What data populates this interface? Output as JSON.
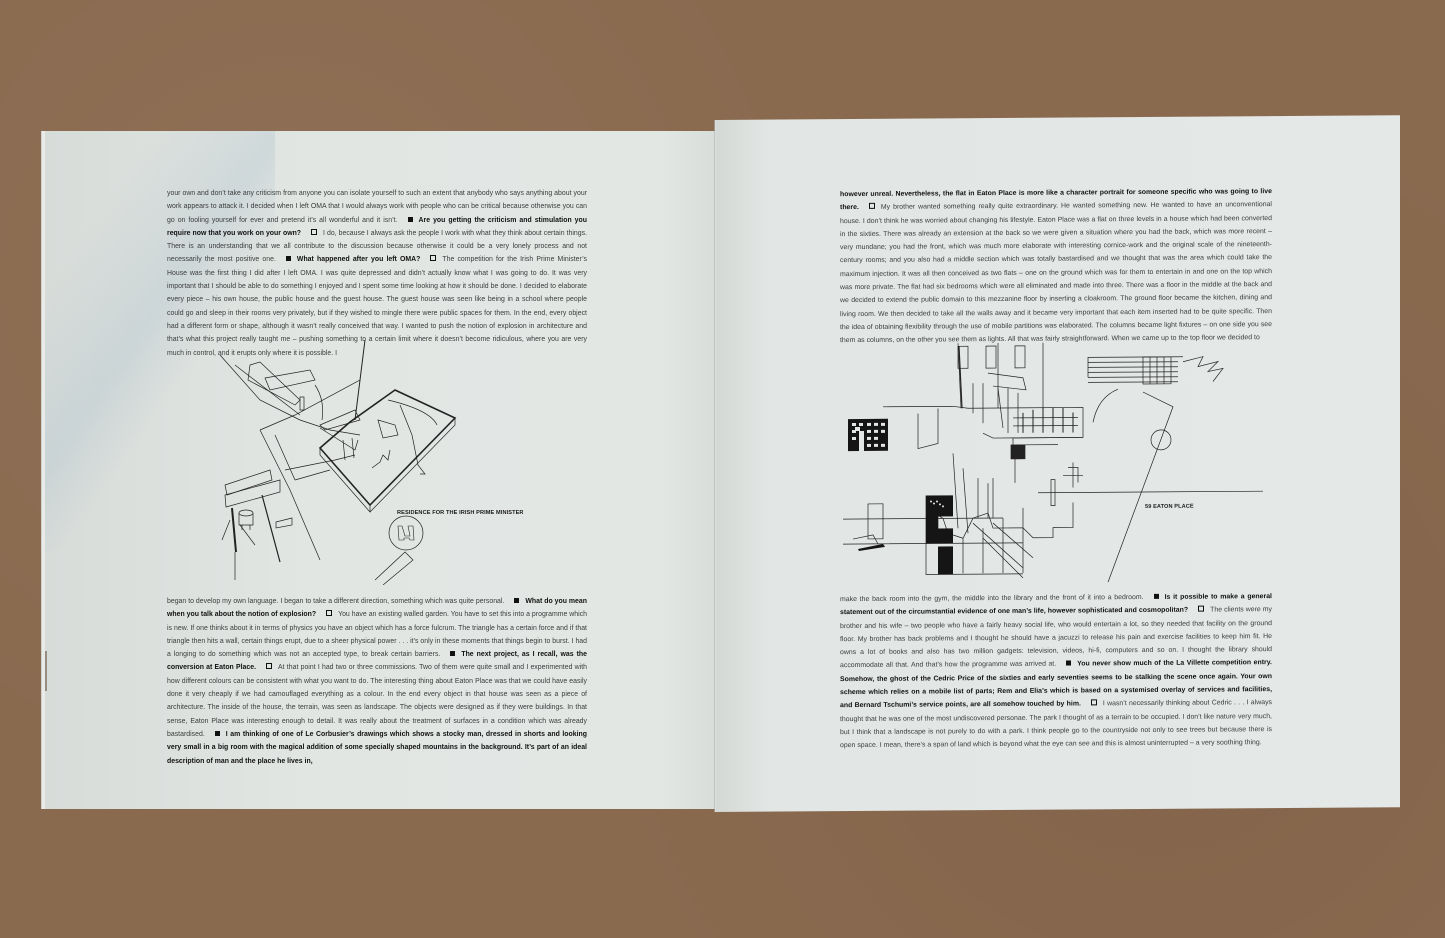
{
  "left_page": {
    "paragraph_1": {
      "segments": [
        {
          "type": "answer",
          "text": "your own and don’t take any criticism from anyone you can isolate yourself to such an extent that anybody who says anything about your work appears to attack it. I decided when I left OMA that I would always work with people who can be critical because otherwise you can go on fooling yourself for ever and pretend it’s all wonderful and it isn’t."
        },
        {
          "type": "question",
          "text": "Are you getting the criticism and stimulation you require now that you work on your own?"
        },
        {
          "type": "answer",
          "text": "I do, because I always ask the people I work with what they think about certain things. There is an understanding that we all contribute to the discussion because otherwise it could be a very lonely process and not necessarily the most positive one."
        },
        {
          "type": "question",
          "text": "What happened after you left OMA?"
        },
        {
          "type": "answer",
          "text": "The competition for the Irish Prime Minister’s House was the first thing I did after I left OMA. I was quite depressed and didn’t actually know what I was going to do. It was very important that I should be able to do something I enjoyed and I spent some time looking at how it should be done. I decided to elaborate every piece – his own house, the public house and the guest house. The guest house was seen like being in a school where people could go and sleep in their rooms very privately, but if they wished to mingle there were public spaces for them. In the end, every object had a different form or shape, although it wasn’t really conceived that way. I wanted to push the notion of explosion in architecture and that’s what this project really taught me – pushing something to a certain limit where it doesn’t become ridiculous, where you are very much in control, and it erupts only where it is possible. I"
        }
      ]
    },
    "figure_caption": "RESIDENCE FOR THE IRISH PRIME MINISTER",
    "paragraph_2": {
      "segments": [
        {
          "type": "answer",
          "text": "began to develop my own language. I began to take a different direction, something which was quite personal."
        },
        {
          "type": "question",
          "text": "What do you mean when you talk about the notion of explosion?"
        },
        {
          "type": "answer",
          "text": "You have an existing walled garden. You have to set this into a programme which is new. If one thinks about it in terms of physics you have an object which has a force fulcrum. The triangle has a certain force and if that triangle then hits a wall, certain things erupt, due to a sheer physical power . . . it’s only in these moments that things begin to burst. I had a longing to do something which was not an accepted type, to break certain barriers."
        },
        {
          "type": "question",
          "text": "The next project, as I recall, was the conversion at Eaton Place."
        },
        {
          "type": "answer",
          "text": "At that point I had two or three commissions. Two of them were quite small and I experimented with how different colours can be consistent with what you want to do. The interesting thing about Eaton Place was that we could have easily done it very cheaply if we had camouflaged everything as a colour. In the end every object in that house was seen as a piece of architecture. The inside of the house, the terrain, was seen as landscape. The objects were designed as if they were buildings. In that sense, Eaton Place was interesting enough to detail. It was really about the treatment of surfaces in a condition which was already bastardised."
        },
        {
          "type": "question",
          "text": "I am thinking of one of Le Corbusier’s drawings which shows a stocky man, dressed in shorts and looking very small in a big room with the magical addition of some specially shaped mountains in the background. It’s part of an ideal description of man and the place he lives in,"
        }
      ]
    }
  },
  "right_page": {
    "paragraph_1": {
      "segments": [
        {
          "type": "question",
          "text": "however unreal. Nevertheless, the flat in Eaton Place is more like a character portrait for someone specific who was going to live there."
        },
        {
          "type": "answer",
          "text": "My brother wanted something really quite extraordinary. He wanted something new. He wanted to have an unconventional house. I don’t think he was worried about changing his lifestyle. Eaton Place was a flat on three levels in a house which had been converted in the sixties. There was already an extension at the back so we were given a situation where you had the back, which was more recent – very mundane; you had the front, which was much more elaborate with interesting cornice-work and the original scale of the nineteenth-century rooms; and you also had a middle section which was totally bastardised and we thought that was the area which could take the maximum injection. It was all then conceived as two flats – one on the ground which was for them to entertain in and one on the top which was more private. The flat had six bedrooms which were all eliminated and made into three. There was a floor in the middle at the back and we decided to extend the public domain to this mezzanine floor by inserting a cloakroom. The ground floor became the kitchen, dining and living room. We then decided to take all the walls away and it became very important that each item inserted had to be quite specific. Then the idea of obtaining flexibility through the use of mobile partitions was elaborated. The columns became light fixtures – on one side you see them as columns, on the other you see them as lights. All that was fairly straightforward. When we came up to the top floor we decided to"
        }
      ]
    },
    "figure_caption": "59 EATON PLACE",
    "paragraph_2": {
      "segments": [
        {
          "type": "answer",
          "text": "make the back room into the gym, the middle into the library and the front of it into a bedroom."
        },
        {
          "type": "question",
          "text": "Is it possible to make a general statement out of the circumstantial evidence of one man’s life, however sophisticated and cosmopolitan?"
        },
        {
          "type": "answer",
          "text": "The clients were my brother and his wife – two people who have a fairly heavy social life, who would entertain a lot, so they needed that facility on the ground floor. My brother has back problems and I thought he should have a jacuzzi to release his pain and exercise facilities to keep him fit. He owns a lot of books and also has two million gadgets: television, videos, hi-fi, computers and so on. I thought the library should accommodate all that. And that’s how the programme was arrived at."
        },
        {
          "type": "question",
          "text": "You never show much of the La Villette competition entry. Somehow, the ghost of the Cedric Price of the sixties and early seventies seems to be stalking the scene once again. Your own scheme which relies on a mobile list of parts; Rem and Elia’s which is based on a systemised overlay of services and facilities, and Bernard Tschumi’s service points, are all somehow touched by him."
        },
        {
          "type": "answer",
          "text": "I wasn’t necessarily thinking about Cedric . . . I always thought that he was one of the most undiscovered personae. The park I thought of as a terrain to be occupied. I don’t like nature very much, but I think that a landscape is not purely to do with a park. I think people go to the countryside not only to see trees but because there is open space. I mean, there’s a span of land which is beyond what the eye can see and this is almost uninterrupted – a very soothing thing."
        }
      ]
    }
  },
  "colors": {
    "background_board": "#8a6a4f",
    "paper": "#e2e6e3",
    "text": "#3a3c3c",
    "question_text": "#111111"
  },
  "icons": {
    "question_marker": "filled-square",
    "answer_marker": "open-square"
  }
}
